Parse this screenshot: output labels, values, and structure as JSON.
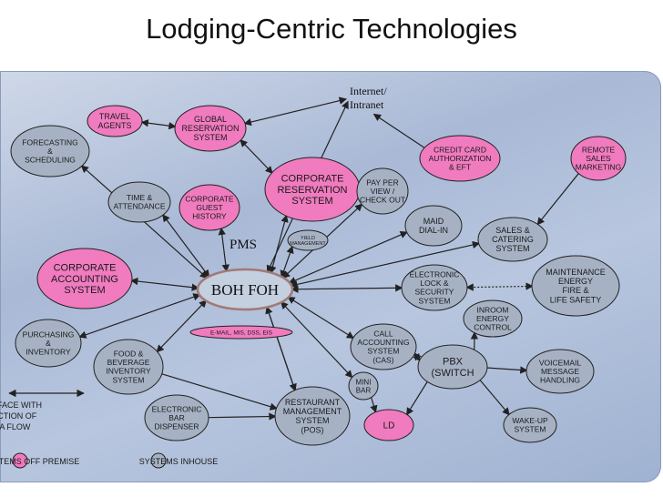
{
  "title": "Lodging-Centric Technologies",
  "colors": {
    "off_premise": "#f07bbf",
    "inhouse": "#a6b2c4",
    "stroke": "#222222",
    "boh_foh_stroke": "#a07a75"
  },
  "labels": {
    "internet": [
      "Internet/",
      "Intranet"
    ],
    "pms": "PMS",
    "boh_foh": "BOH FOH",
    "travel_agents": [
      "TRAVEL",
      "AGENTS"
    ],
    "global_res": [
      "GLOBAL",
      "RESERVATION",
      "SYSTEM"
    ],
    "forecasting": [
      "FORECASTING",
      "&",
      "SCHEDULING"
    ],
    "credit_card": [
      "CREDIT CARD",
      "AUTHORIZATION",
      "& EFT"
    ],
    "remote_sales": [
      "REMOTE",
      "SALES",
      "MARKETING"
    ],
    "time_att": [
      "TIME &",
      "ATTENDANCE"
    ],
    "corp_guest": [
      "CORPORATE",
      "GUEST",
      "HISTORY"
    ],
    "corp_res": [
      "CORPORATE",
      "RESERVATION",
      "SYSTEM"
    ],
    "pay_per_view": [
      "PAY PER",
      "VIEW /",
      "CHECK OUT"
    ],
    "maid": [
      "MAID",
      "DIAL-IN"
    ],
    "sales_catering": [
      "SALES &",
      "CATERING",
      "SYSTEM"
    ],
    "yield": [
      "YIELD",
      "MANAGEMENT"
    ],
    "corp_accounting": [
      "CORPORATE",
      "ACCOUNTING",
      "SYSTEM"
    ],
    "elec_lock": [
      "ELECTRONIC",
      "LOCK &",
      "SECURITY",
      "SYSTEM"
    ],
    "maintenance": [
      "MAINTENANCE",
      "ENERGY",
      "FIRE &",
      "LIFE SAFETY"
    ],
    "inroom": [
      "INROOM",
      "ENERGY",
      "CONTROL"
    ],
    "email": "E-MAIL, MIS, DSS, EIS",
    "purchasing": [
      "PURCHASING",
      "&",
      "INVENTORY"
    ],
    "food_bev": [
      "FOOD &",
      "BEVERAGE",
      "INVENTORY",
      "SYSTEM"
    ],
    "call_acct": [
      "CALL",
      "ACCOUNTING",
      "SYSTEM",
      "(CAS)"
    ],
    "pbx": [
      "PBX",
      "(SWITCH"
    ],
    "voicemail": [
      "VOICEMAIL",
      "MESSAGE",
      "HANDLING"
    ],
    "mini_bar": [
      "MINI",
      "BAR"
    ],
    "restaurant": [
      "RESTAURANT",
      "MANAGEMENT",
      "SYSTEM",
      "(POS)"
    ],
    "elec_bar": [
      "ELECTRONIC",
      "BAR",
      "DISPENSER"
    ],
    "ld": "LD",
    "wakeup": [
      "WAKE-UP",
      "SYSTEM"
    ],
    "interface": [
      "INTERFACE WITH",
      "DIRECTION OF",
      "DATA FLOW"
    ]
  },
  "legend": {
    "off_premise": "SYSTEMS OFF PREMISE",
    "inhouse": "SYSTEMS INHOUSE"
  }
}
